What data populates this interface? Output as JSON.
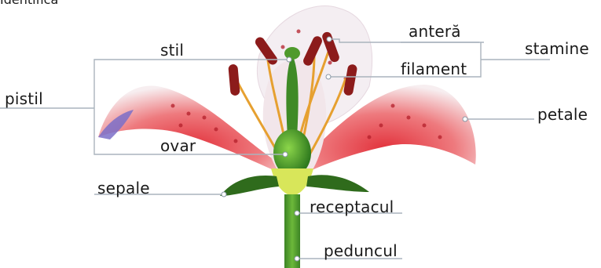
{
  "header_fragment": "Identifică",
  "labels": {
    "stil": "stil",
    "antera": "anteră",
    "stamine": "stamine",
    "filament": "filament",
    "pistil": "pistil",
    "petale": "petale",
    "ovar": "ovar",
    "sepale": "sepale",
    "receptacul": "receptacul",
    "peduncul": "peduncul"
  },
  "colors": {
    "leader_line": "#aab4bd",
    "petal_white": "#f6f1f2",
    "petal_red": "#d8323c",
    "petal_spot": "#b0202a",
    "anther": "#8c1b1b",
    "stem_green": "#4f9a2c",
    "pistil_green": "#3f8a26",
    "filament_orange": "#e6a030",
    "receptacle_yellow": "#d8e65a"
  }
}
